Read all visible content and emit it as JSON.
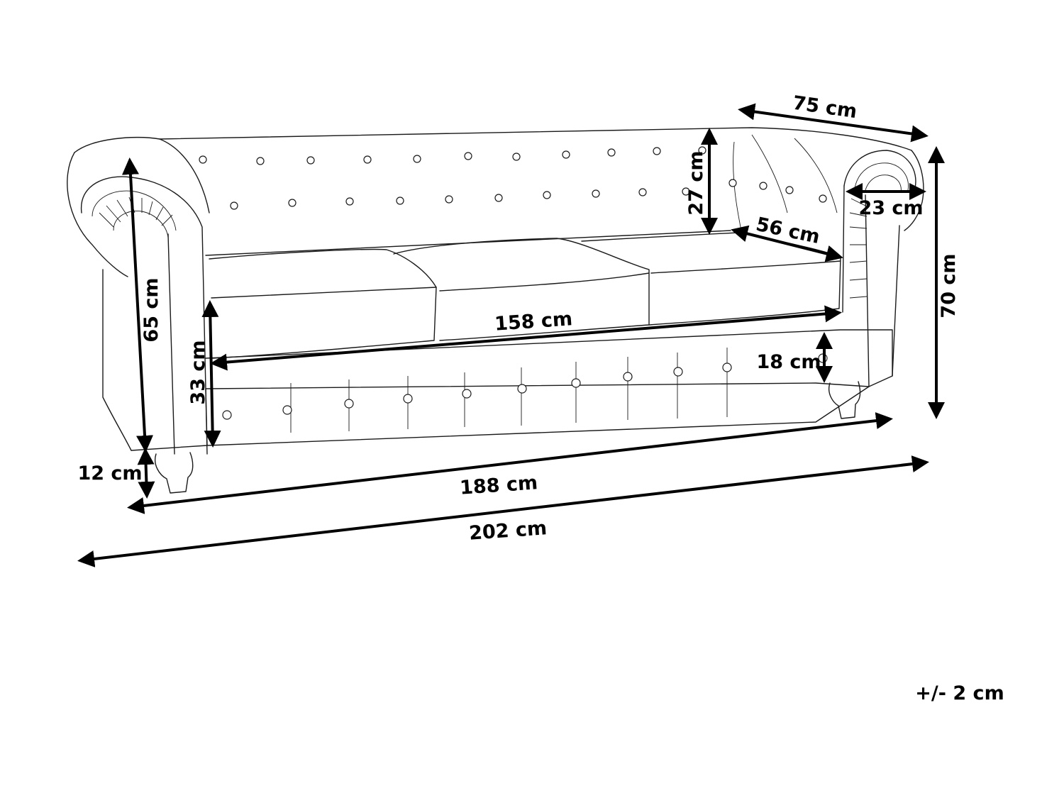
{
  "dimensions": {
    "depth_top": "75 cm",
    "armrest_width": "23 cm",
    "total_height": "70 cm",
    "backrest_height": "27 cm",
    "seat_depth": "56 cm",
    "arm_height": "65 cm",
    "seat_width": "158 cm",
    "seat_height": "33 cm",
    "base_height": "18 cm",
    "leg_height": "12 cm",
    "inner_width": "188 cm",
    "total_width": "202 cm"
  },
  "tolerance": "+/- 2 cm"
}
